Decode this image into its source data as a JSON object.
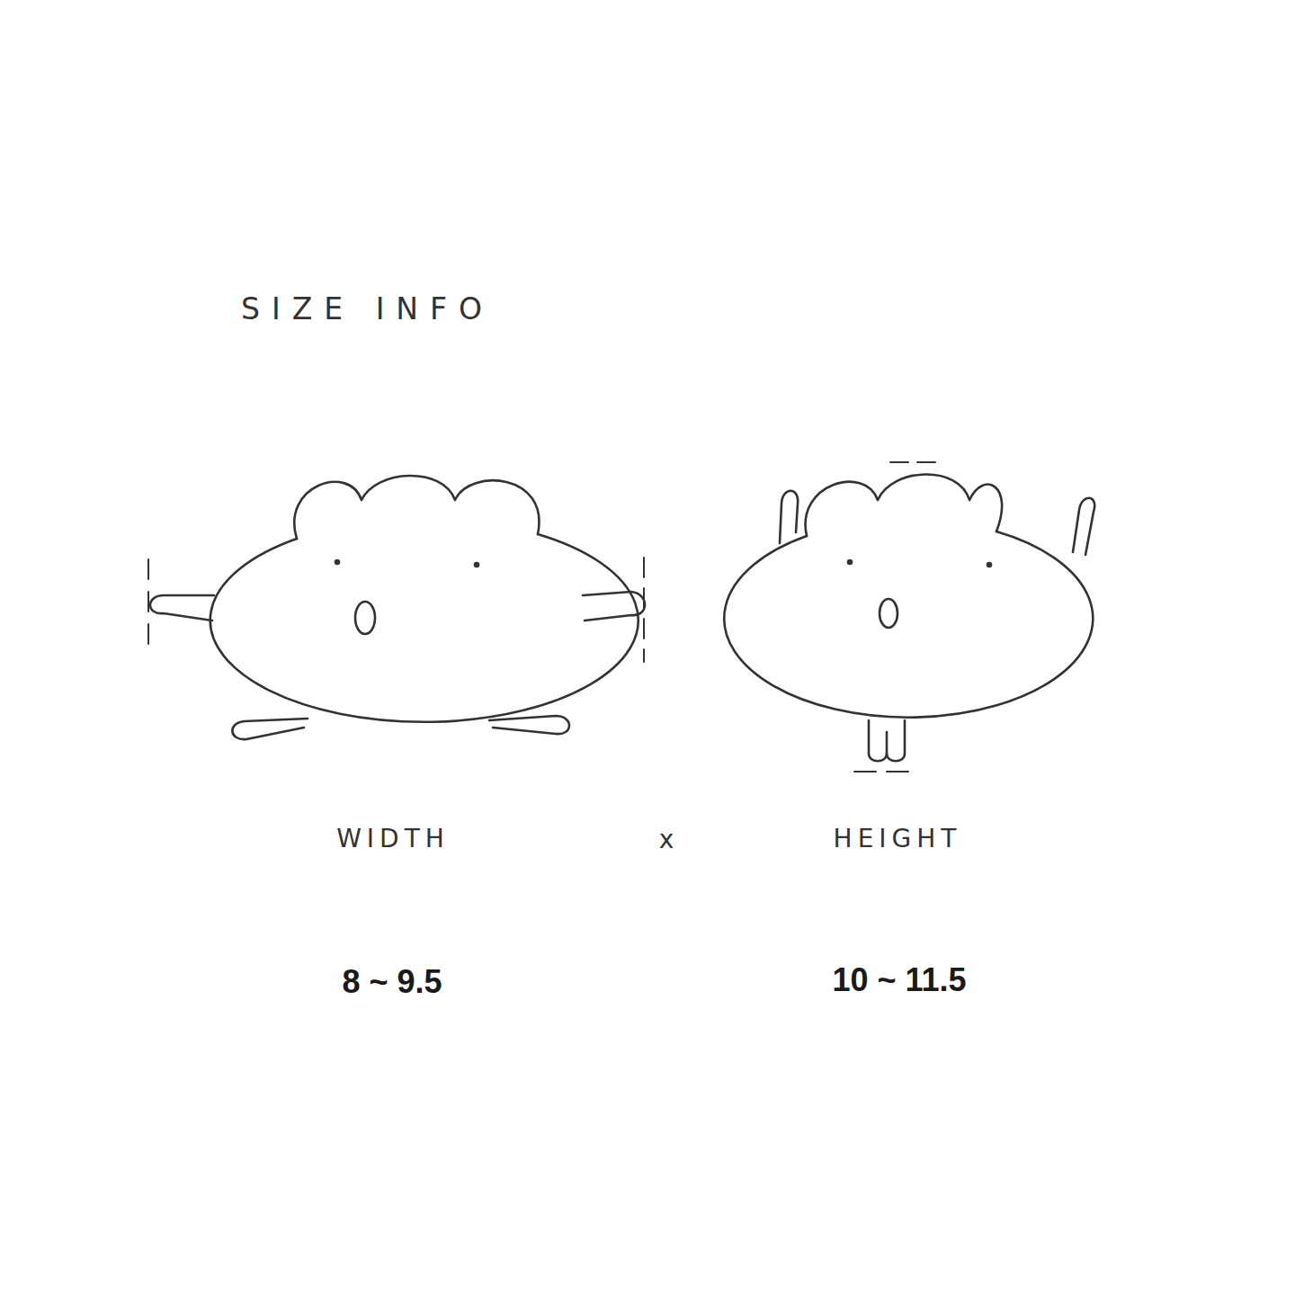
{
  "diagram": {
    "title": "SIZE INFO",
    "labels": [
      "WIDTH",
      "x",
      "HEIGHT",
      "8 ~ 9.5",
      "10 ~ 11.5"
    ]
  }
}
